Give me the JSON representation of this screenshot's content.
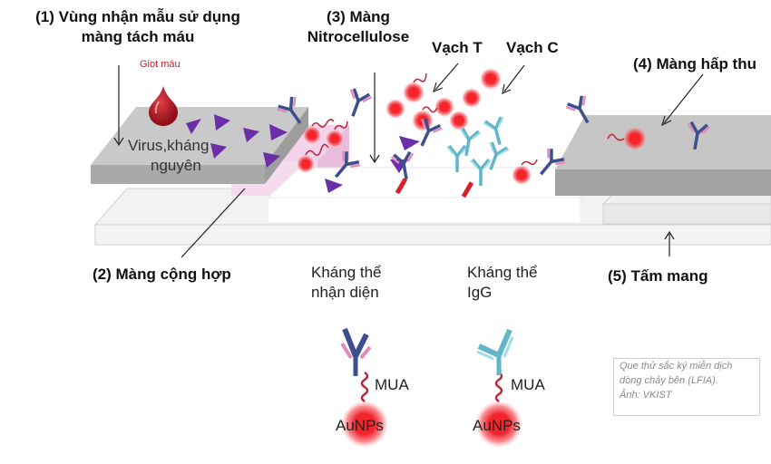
{
  "labels": {
    "sample_zone": [
      "(1) Vùng nhận mẫu sử dụng",
      "màng tách máu"
    ],
    "blood_drop": "Giọt máu",
    "virus_antigen": [
      "Virus,kháng",
      "nguyên"
    ],
    "conjugate_pad": "(2) Màng cộng hợp",
    "nitrocellulose": [
      "(3) Màng",
      "Nitrocellulose"
    ],
    "test_line": "Vạch T",
    "control_line": "Vạch C",
    "absorbent_pad": "(4) Màng hấp thu",
    "backing_card": "(5) Tấm mang",
    "detection_antibody": [
      "Kháng thể",
      "nhận diện"
    ],
    "igg_antibody": [
      "Kháng thể",
      "IgG"
    ],
    "mua": "MUA",
    "aunps": "AuNPs"
  },
  "caption": [
    "Que thử sắc ký miễn dịch",
    "dòng chảy bên (LFIA).",
    "Ảnh: VKIST"
  ],
  "colors": {
    "pad_gray": "#b9b9b9",
    "conjugate_pink": "#f3d3ec",
    "antigen_purple": "#6a2fa8",
    "gold_red": "#e8202a",
    "blood_red": "#b31622",
    "antibody_blue": "#3d4f8c",
    "igg_cyan": "#5fb6c8"
  }
}
